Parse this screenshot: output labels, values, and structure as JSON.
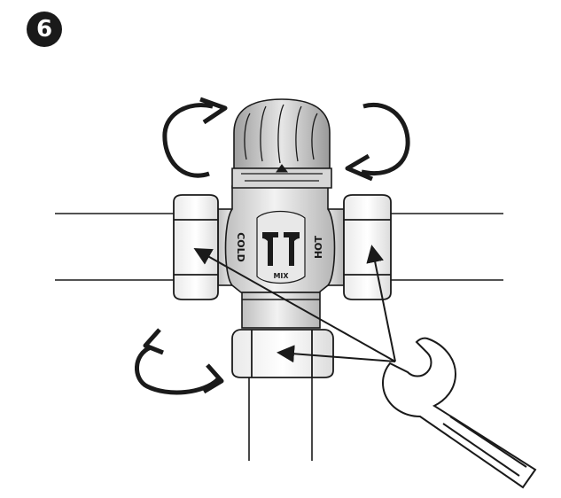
{
  "step": {
    "number": "6"
  },
  "valve": {
    "cold_label": "COLD",
    "hot_label": "HOT",
    "brand_label": "MIX"
  },
  "colors": {
    "outline": "#1a1a1a",
    "valve_body": "#d9d9d9",
    "cap": "#bdbdbd",
    "background": "#ffffff"
  },
  "icons": [
    "rotate-counterclockwise-icon",
    "rotate-clockwise-icon",
    "wrench-icon",
    "pointer-arrow-icon"
  ]
}
